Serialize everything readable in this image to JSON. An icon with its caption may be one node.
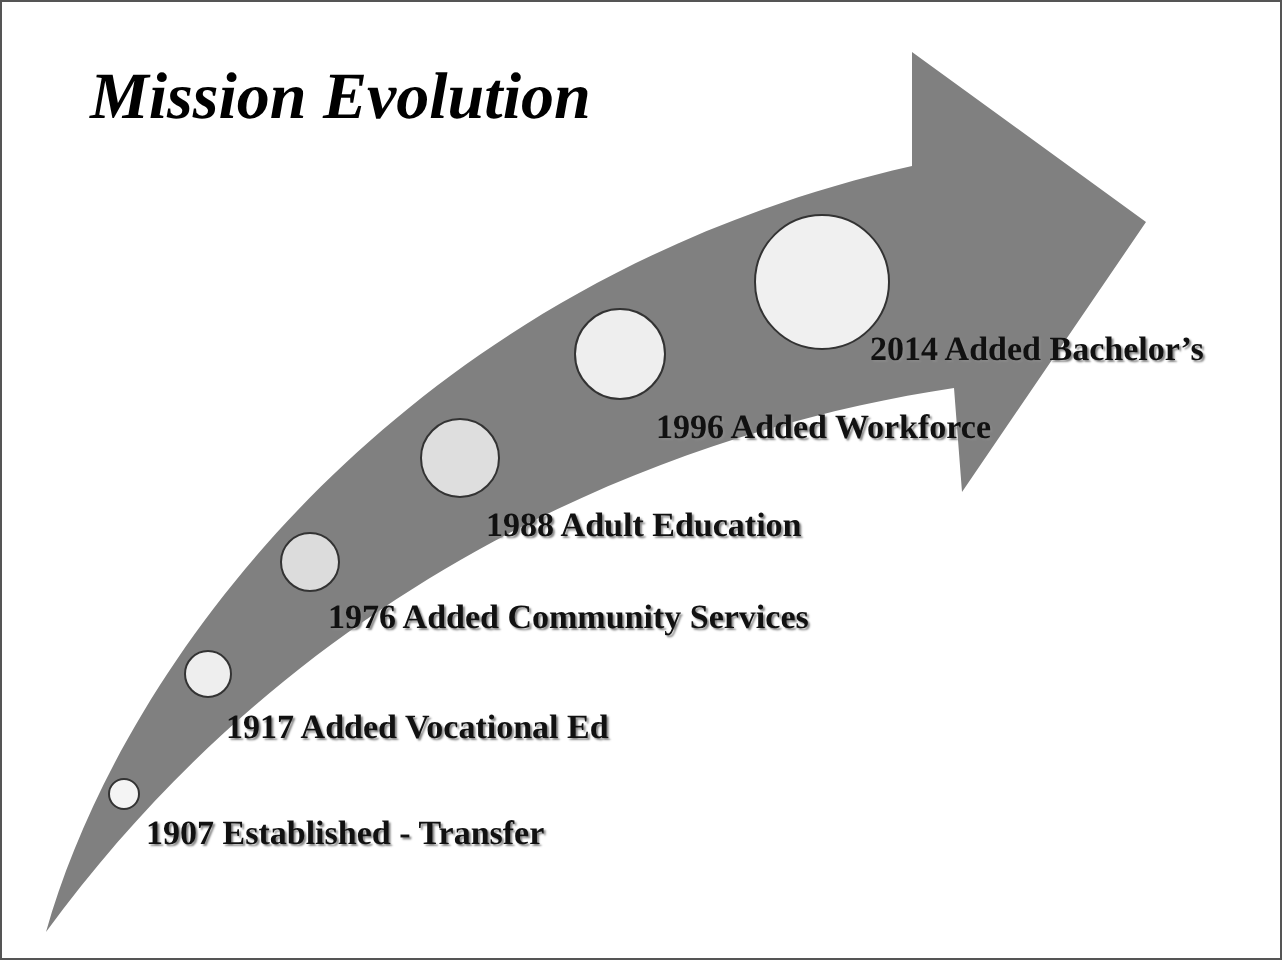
{
  "diagram": {
    "title": "Mission Evolution",
    "nodes": [
      {
        "text": [],
        "shape": "circle",
        "beside": [
          "1907 Established - Transfer"
        ]
      },
      {
        "text": [],
        "shape": "circle",
        "beside": [
          "1917 Added Vocational Ed"
        ]
      },
      {
        "text": [],
        "shape": "circle",
        "beside": [
          "1976 Added Community Services"
        ]
      },
      {
        "text": [],
        "shape": "circle",
        "beside": [
          "1988 Adult Education"
        ]
      },
      {
        "text": [],
        "shape": "circle",
        "beside": [
          "1996 Added Workforce"
        ]
      },
      {
        "text": [],
        "shape": "circle",
        "beside": [
          "2014 Added Bachelor’s"
        ]
      }
    ]
  }
}
